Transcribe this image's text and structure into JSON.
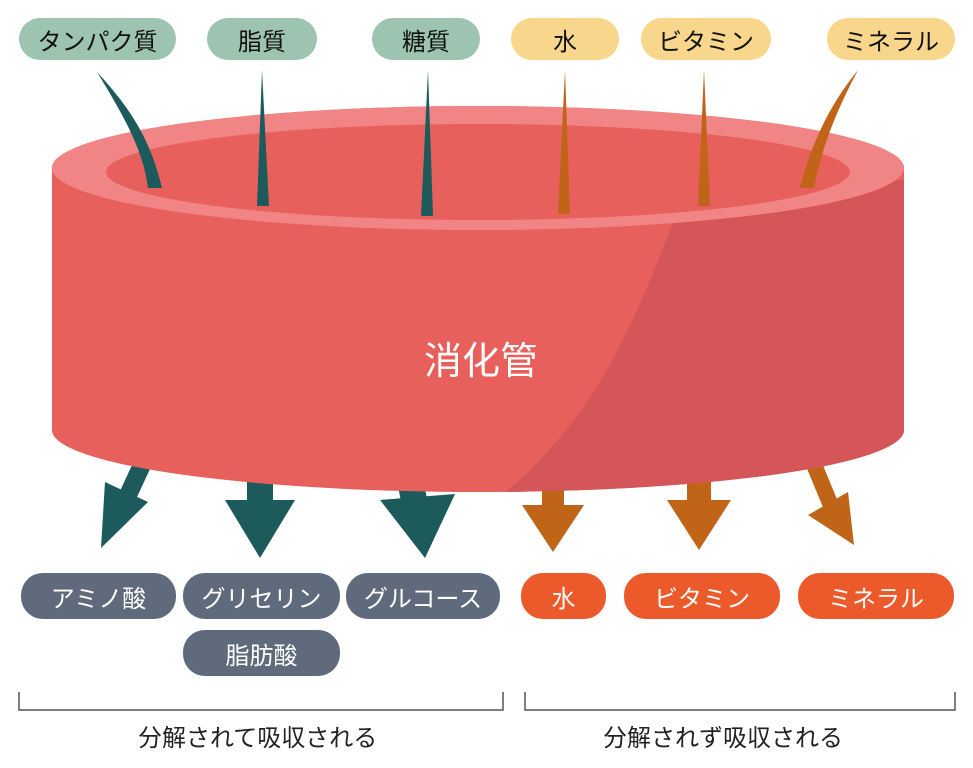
{
  "inputs": {
    "protein": "タンパク質",
    "fat": "脂質",
    "sugar": "糖質",
    "water": "水",
    "vitamin": "ビタミン",
    "mineral": "ミネラル"
  },
  "center_label": "消化管",
  "outputs": {
    "amino_acid": "アミノ酸",
    "glycerin": "グリセリン",
    "glucose": "グルコース",
    "fatty_acid": "脂肪酸",
    "water": "水",
    "vitamin": "ビタミン",
    "mineral": "ミネラル"
  },
  "captions": {
    "digested": "分解されて吸収される",
    "not_digested": "分解されず吸収される"
  },
  "colors": {
    "tube": "#e8605c",
    "tube_rim": "#f18585",
    "tube_shade": "#d45659",
    "teal_arrow": "#1d5a5c",
    "orange_arrow": "#c06418",
    "green_pill": "#9dc4b1",
    "yellow_pill": "#f8d68c",
    "slate_pill": "#5f6b7c",
    "orange_pill": "#ec5a2b"
  }
}
